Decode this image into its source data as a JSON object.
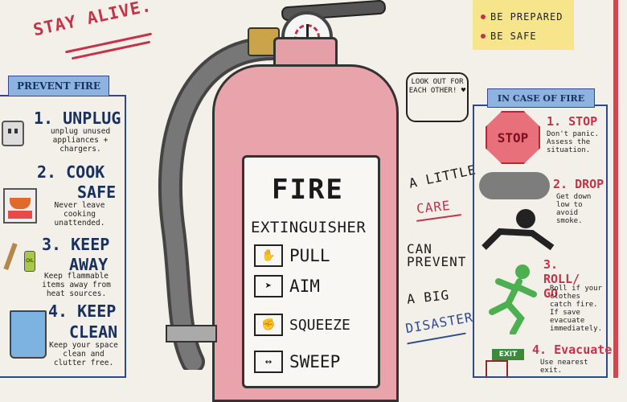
{
  "slogan": "STAY ALIVE.",
  "tips": [
    "BE PREPARED",
    "BE SAFE"
  ],
  "prevent": {
    "banner": "PREVENT FIRE",
    "steps": [
      {
        "title": "1. UNPLUG",
        "desc": "unplug unused appliances + chargers."
      },
      {
        "title_a": "2. COOK",
        "title_b": "SAFE",
        "desc": "Never leave cooking unattended."
      },
      {
        "title_a": "3. KEEP",
        "title_b": "AWAY",
        "desc": "Keep flammable items away from heat sources."
      },
      {
        "title_a": "4. KEEP",
        "title_b": "CLEAN",
        "desc": "Keep your space clean and clutter free."
      }
    ],
    "oil_label": "OIL"
  },
  "extinguisher": {
    "title": "FIRE",
    "subtitle": "EXTINGUISHER",
    "actions": [
      "PULL",
      "AIM",
      "SQUEEZE",
      "SWEEP"
    ]
  },
  "lookout": "LOOK OUT FOR EACH OTHER! ♥",
  "middle_phrase": [
    "A LITTLE",
    "CARE",
    "CAN",
    "PREVENT",
    "A BIG",
    "DISASTER"
  ],
  "in_case": {
    "banner": "IN CASE OF FIRE",
    "stop_sign": "STOP",
    "steps": [
      {
        "title": "1. STOP",
        "desc": "Don't panic. Assess the situation."
      },
      {
        "title": "2. DROP",
        "desc": "Get down low to avoid smoke."
      },
      {
        "title": "3. ROLL/ GO",
        "desc": "Roll if your clothes catch fire. If save evacuate immediately."
      },
      {
        "title": "4. Evacuate",
        "desc": "Use nearest exit."
      }
    ],
    "exit_sign": "EXIT"
  },
  "colors": {
    "accent_red": "#c4334a",
    "blue": "#2d4b8c",
    "extinguisher": "#e8a4aa",
    "note_yellow": "#f6e58a"
  }
}
